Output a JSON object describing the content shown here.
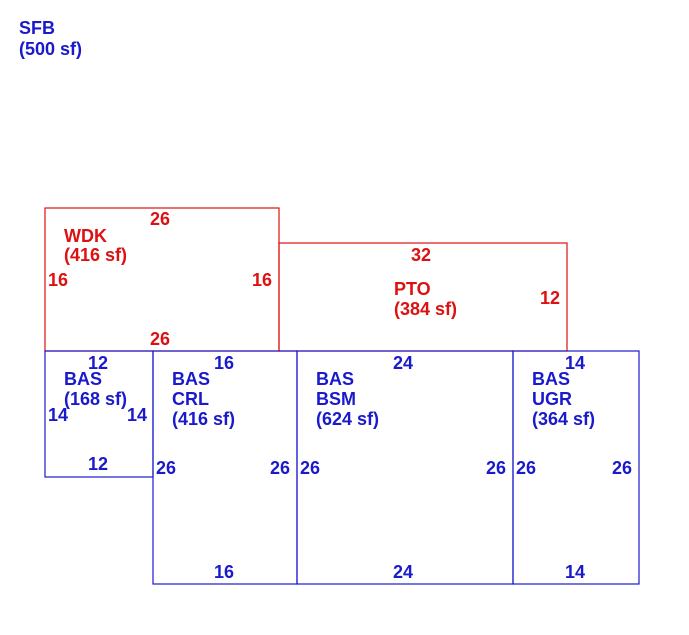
{
  "colors": {
    "basement": "#1a1acc",
    "deck_patio": "#dd1111",
    "background": "#ffffff"
  },
  "summary": {
    "code": "SFB",
    "area": "(500 sf)"
  },
  "areas": {
    "wdk": {
      "code": "WDK",
      "area": "(416 sf)",
      "top": "26",
      "bottom": "26",
      "left": "16",
      "right": "16"
    },
    "pto": {
      "code": "PTO",
      "area": "(384 sf)",
      "top": "32",
      "right": "12"
    },
    "bas_main": {
      "code": "BAS",
      "area": "(168 sf)",
      "top": "12",
      "bottom": "12",
      "left": "14",
      "right": "14"
    },
    "bas_crl": {
      "code1": "BAS",
      "code2": "CRL",
      "area": "(416 sf)",
      "top": "16",
      "bottom": "16",
      "left": "26",
      "right": "26"
    },
    "bas_bsm": {
      "code1": "BAS",
      "code2": "BSM",
      "area": "(624 sf)",
      "top": "24",
      "bottom": "24",
      "left": "26",
      "right": "26"
    },
    "bas_ugr": {
      "code1": "BAS",
      "code2": "UGR",
      "area": "(364 sf)",
      "top": "14",
      "bottom": "14",
      "left": "26",
      "right": "26"
    }
  }
}
